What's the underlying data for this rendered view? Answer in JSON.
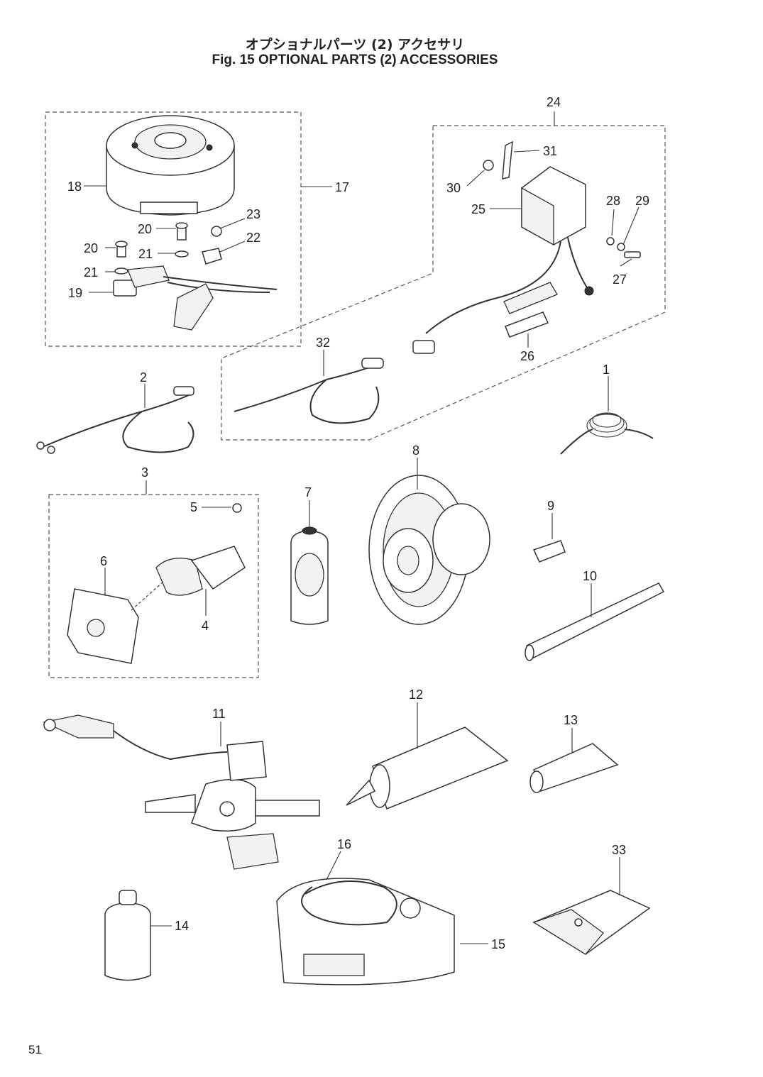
{
  "title": {
    "japanese": "オプショナルパーツ (2) アクセサリ",
    "english": "Fig. 15   OPTIONAL PARTS (2) ACCESSORIES"
  },
  "page_number": "51",
  "callouts": {
    "c1": "1",
    "c2": "2",
    "c3": "3",
    "c4": "4",
    "c5": "5",
    "c6": "6",
    "c7": "7",
    "c8": "8",
    "c9": "9",
    "c10": "10",
    "c11": "11",
    "c12": "12",
    "c13": "13",
    "c14": "14",
    "c15": "15",
    "c16": "16",
    "c17": "17",
    "c18": "18",
    "c19": "19",
    "c20a": "20",
    "c20b": "20",
    "c21a": "21",
    "c21b": "21",
    "c22": "22",
    "c23": "23",
    "c24": "24",
    "c25": "25",
    "c26": "26",
    "c27": "27",
    "c28": "28",
    "c29": "29",
    "c30": "30",
    "c31": "31",
    "c32": "32",
    "c33": "33"
  }
}
